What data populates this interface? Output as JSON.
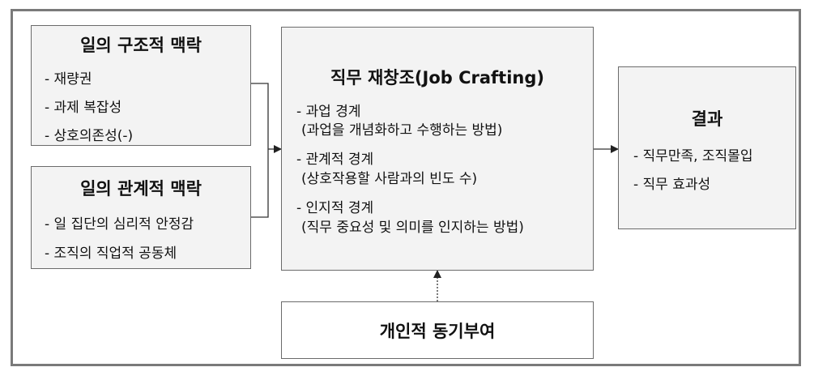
{
  "structural_context": {
    "title": "일의 구조적 맥락",
    "items": [
      "- 재량권",
      "- 과제 복잡성",
      "- 상호의존성(-)"
    ]
  },
  "relational_context": {
    "title": "일의 관계적 맥락",
    "items": [
      "- 일 집단의 심리적 안정감",
      "- 조직의 직업적 공동체"
    ]
  },
  "job_crafting": {
    "title": "직무 재창조(Job Crafting)",
    "items": [
      {
        "label": "- 과업 경계",
        "detail": "(과업을 개념화하고 수행하는 방법)"
      },
      {
        "label": "- 관계적 경계",
        "detail": "(상호작용할 사람과의 빈도 수)"
      },
      {
        "label": "- 인지적 경계",
        "detail": "(직무 중요성 및 의미를 인지하는 방법)"
      }
    ]
  },
  "outcome": {
    "title": "결과",
    "items": [
      "- 직무만족, 조직몰입",
      "- 직무 효과성"
    ]
  },
  "motivation": {
    "title": "개인적 동기부여"
  }
}
